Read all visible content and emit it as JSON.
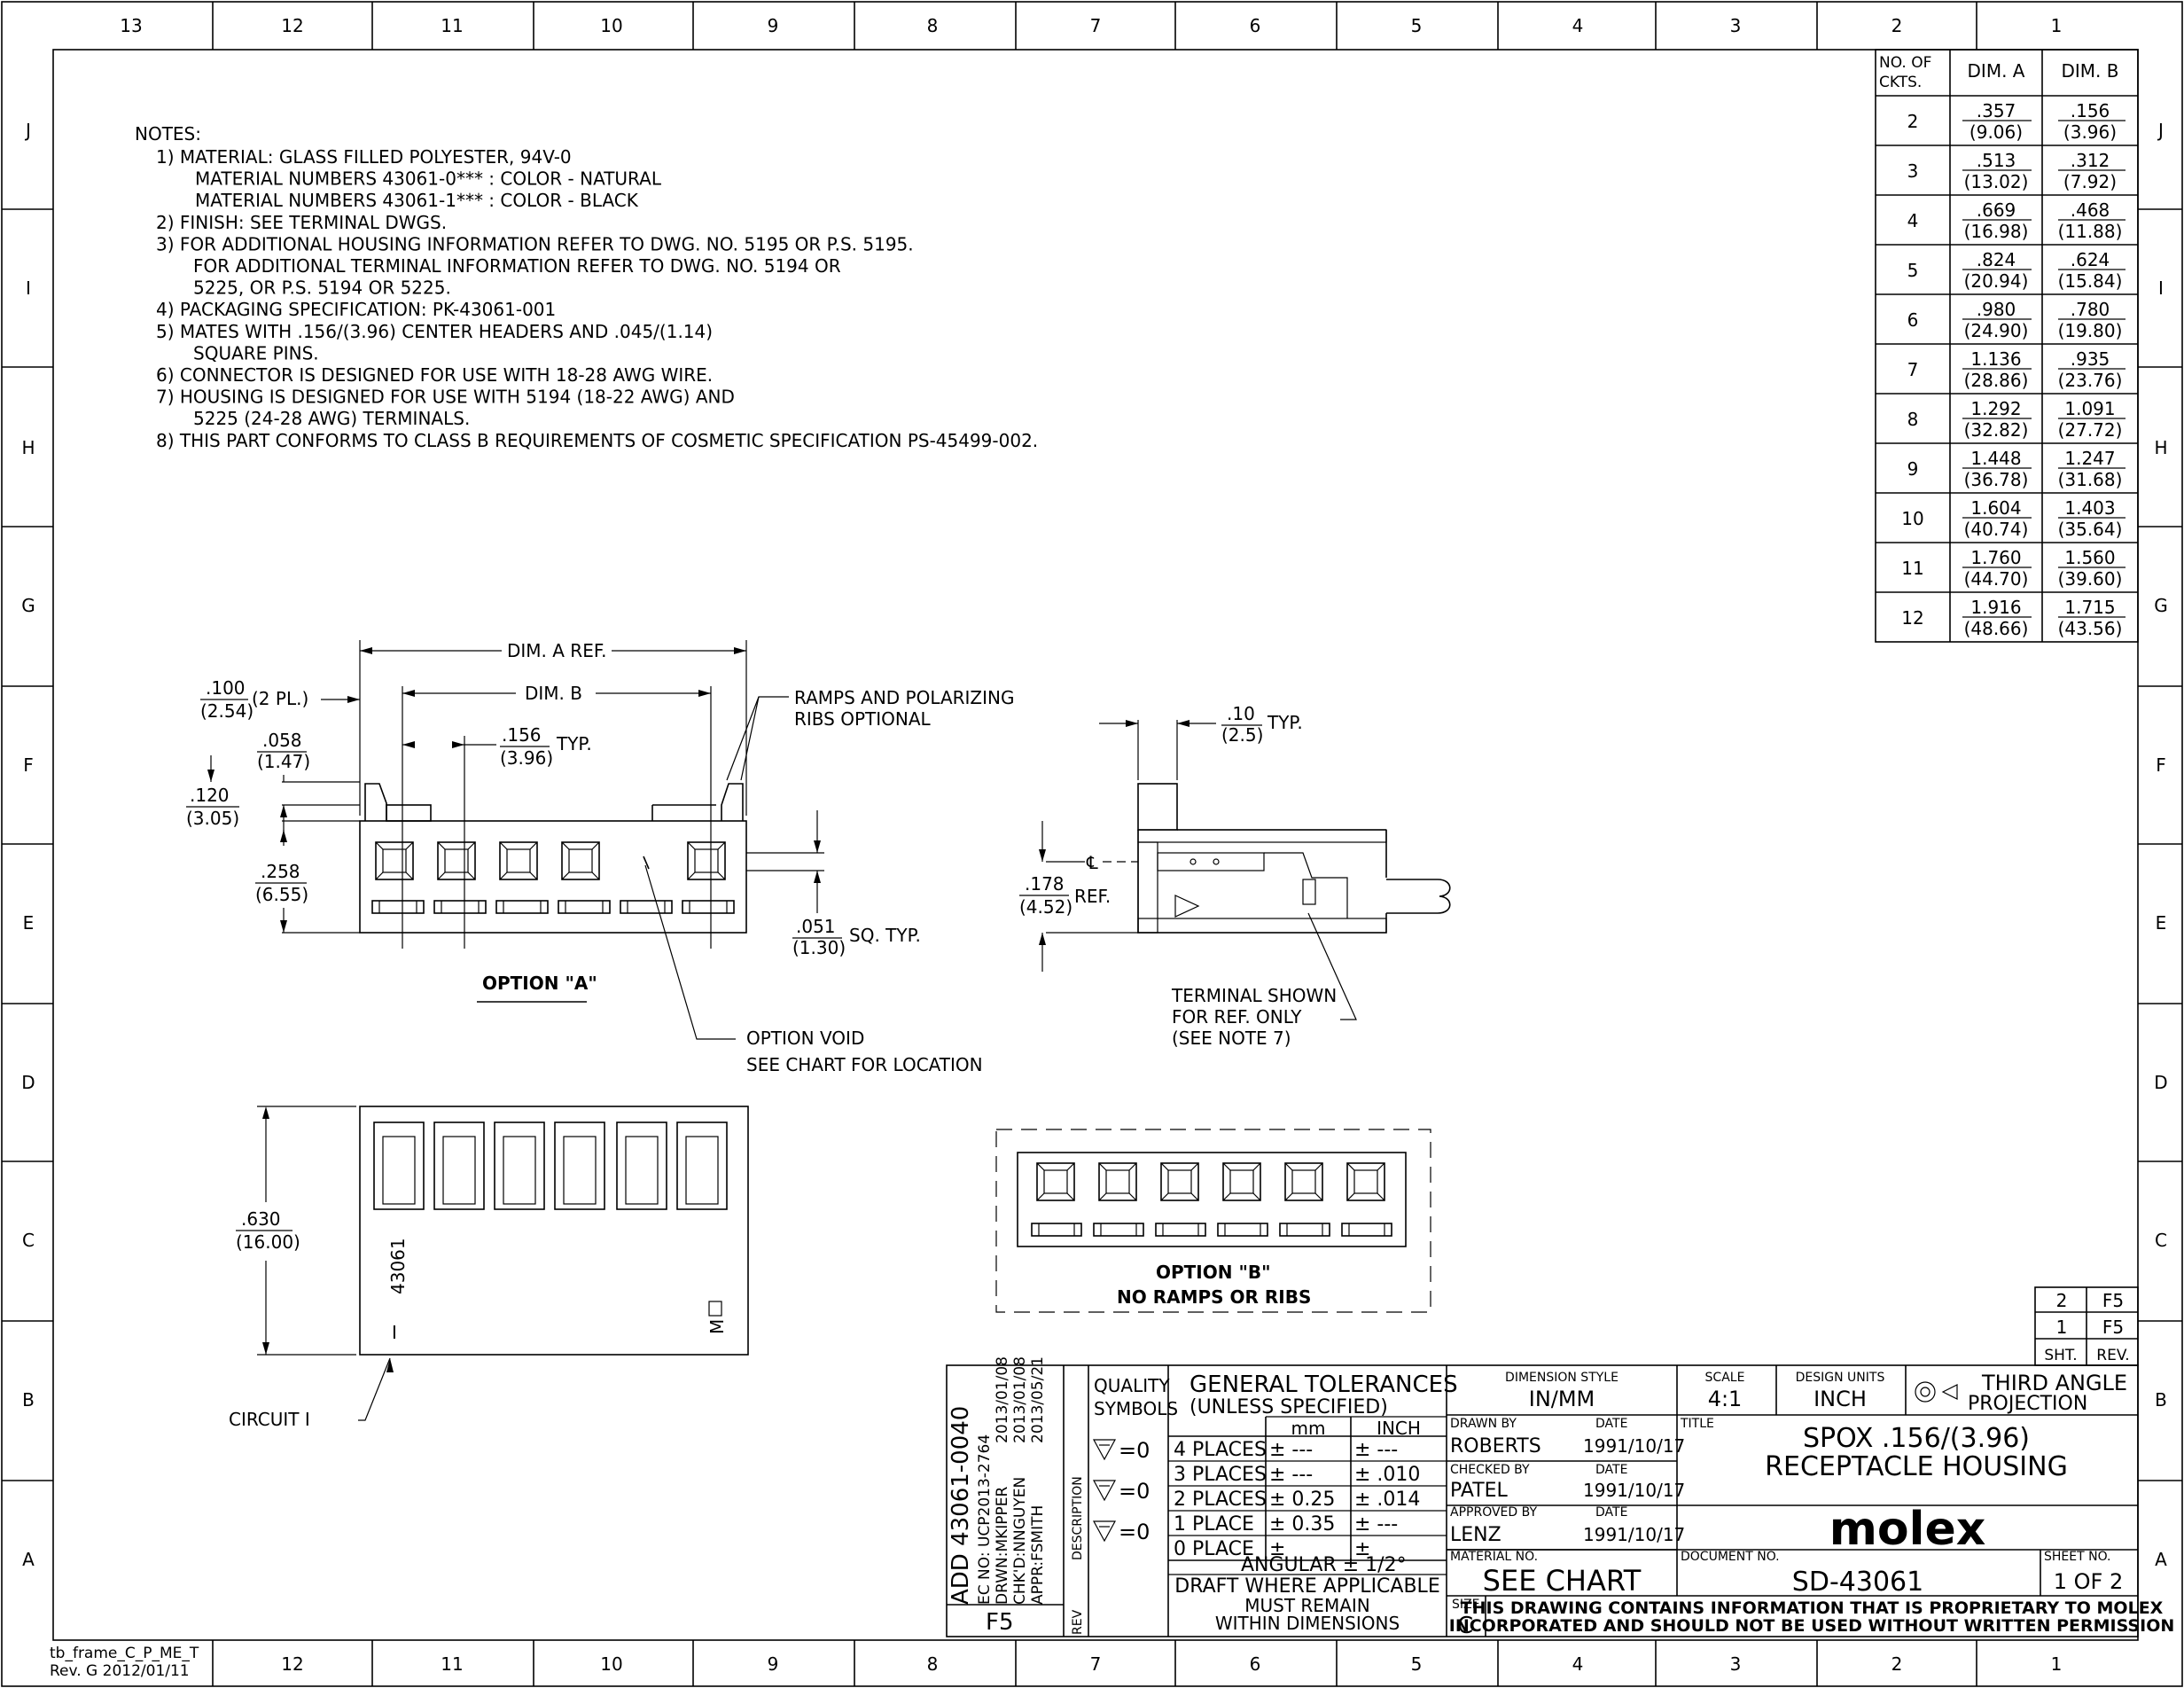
{
  "border": {
    "columns": [
      "13",
      "12",
      "11",
      "10",
      "9",
      "8",
      "7",
      "6",
      "5",
      "4",
      "3",
      "2",
      "1"
    ],
    "rows": [
      "J",
      "I",
      "H",
      "G",
      "F",
      "E",
      "D",
      "C",
      "B",
      "A"
    ]
  },
  "frame_id": [
    "tb_frame_C_P_ME_T",
    "Rev. G 2012/01/11"
  ],
  "notes": {
    "heading": "NOTES:",
    "lines": [
      "1)  MATERIAL: GLASS FILLED POLYESTER, 94V-0",
      "MATERIAL NUMBERS 43061-0*** : COLOR - NATURAL",
      "MATERIAL NUMBERS 43061-1*** : COLOR - BLACK",
      "2)  FINISH: SEE TERMINAL DWGS.",
      "3)  FOR ADDITIONAL HOUSING INFORMATION REFER TO DWG. NO. 5195 OR P.S. 5195.",
      "FOR ADDITIONAL TERMINAL INFORMATION REFER TO DWG. NO. 5194 OR",
      "5225, OR P.S. 5194 OR 5225.",
      "4)  PACKAGING SPECIFICATION: PK-43061-001",
      "5)  MATES WITH .156/(3.96) CENTER HEADERS AND .045/(1.14)",
      "SQUARE PINS.",
      "6)  CONNECTOR IS DESIGNED FOR USE WITH 18-28 AWG WIRE.",
      "7)  HOUSING IS DESIGNED FOR USE WITH 5194 (18-22 AWG) AND",
      "5225 (24-28 AWG) TERMINALS.",
      "8)  THIS PART CONFORMS TO CLASS B REQUIREMENTS OF COSMETIC SPECIFICATION PS-45499-002."
    ]
  },
  "chart_table": {
    "headers": [
      "NO. OF",
      "CKTS.",
      "DIM. A",
      "DIM. B"
    ],
    "rows": [
      [
        "2",
        ".357",
        "(9.06)",
        ".156",
        "(3.96)"
      ],
      [
        "3",
        ".513",
        "(13.02)",
        ".312",
        "(7.92)"
      ],
      [
        "4",
        ".669",
        "(16.98)",
        ".468",
        "(11.88)"
      ],
      [
        "5",
        ".824",
        "(20.94)",
        ".624",
        "(15.84)"
      ],
      [
        "6",
        ".980",
        "(24.90)",
        ".780",
        "(19.80)"
      ],
      [
        "7",
        "1.136",
        "(28.86)",
        ".935",
        "(23.76)"
      ],
      [
        "8",
        "1.292",
        "(32.82)",
        "1.091",
        "(27.72)"
      ],
      [
        "9",
        "1.448",
        "(36.78)",
        "1.247",
        "(31.68)"
      ],
      [
        "10",
        "1.604",
        "(40.74)",
        "1.403",
        "(35.64)"
      ],
      [
        "11",
        "1.760",
        "(44.70)",
        "1.560",
        "(39.60)"
      ],
      [
        "12",
        "1.916",
        "(48.66)",
        "1.715",
        "(43.56)"
      ]
    ]
  },
  "views": {
    "dim_a_ref": "DIM. A REF.",
    "dim_b": "DIM. B",
    "ramps": [
      "RAMPS AND POLARIZING",
      "RIBS OPTIONAL"
    ],
    "d100": [
      ".100",
      "(2.54)",
      "(2 PL.)"
    ],
    "d058": [
      ".058",
      "(1.47)"
    ],
    "d156": [
      ".156",
      "(3.96)",
      "TYP."
    ],
    "d120": [
      ".120",
      "(3.05)"
    ],
    "d258": [
      ".258",
      "(6.55)"
    ],
    "d051": [
      ".051",
      "(1.30)",
      "SQ. TYP."
    ],
    "option_a": "OPTION \"A\"",
    "option_void": [
      "OPTION VOID",
      "SEE CHART FOR LOCATION"
    ],
    "d10": [
      ".10",
      "(2.5)",
      "TYP."
    ],
    "d178": [
      ".178",
      "(4.52)",
      "REF."
    ],
    "terminal": [
      "TERMINAL SHOWN",
      "FOR REF. ONLY",
      "(SEE NOTE 7)"
    ],
    "cl": "℄",
    "d630": [
      ".630",
      "(16.00)"
    ],
    "part_mark": "43061",
    "circuit_mark": "I",
    "circuit": "CIRCUIT  I",
    "mold_mark": "M",
    "option_b": [
      "OPTION \"B\"",
      "NO RAMPS OR RIBS"
    ]
  },
  "rev_table": {
    "rows": [
      [
        "2",
        "F5"
      ],
      [
        "1",
        "F5"
      ]
    ],
    "header": [
      "SHT.",
      "REV."
    ]
  },
  "title_block": {
    "rev_text": [
      "ADD 43061-0040",
      "EC NO: UCP2013-2764",
      "DRWN:MKIPPER",
      "CHK'D:NNGUYEN",
      "APPR:FSMITH"
    ],
    "rev_dates": [
      "2013/01/08",
      "2013/01/08",
      "2013/05/21"
    ],
    "description_label": "DESCRIPTION",
    "rev_label": "REV",
    "rev_letter": "F5",
    "quality": [
      "QUALITY",
      "SYMBOLS"
    ],
    "quality_eq": "=0",
    "tol": {
      "title": [
        "GENERAL TOLERANCES",
        "(UNLESS SPECIFIED)"
      ],
      "col_mm": "mm",
      "col_inch": "INCH",
      "rows": [
        [
          "4 PLACES",
          "± ---",
          "± ---"
        ],
        [
          "3 PLACES",
          "± ---",
          "± .010"
        ],
        [
          "2 PLACES",
          "± 0.25",
          "± .014"
        ],
        [
          "1 PLACE",
          "± 0.35",
          "± ---"
        ],
        [
          "0 PLACE",
          "±",
          "±"
        ]
      ],
      "angular": "ANGULAR ± 1/2°",
      "draft": [
        "DRAFT WHERE APPLICABLE",
        "MUST REMAIN",
        "WITHIN DIMENSIONS"
      ]
    },
    "dim_style_label": "DIMENSION STYLE",
    "dim_style": "IN/MM",
    "scale_label": "SCALE",
    "scale": "4:1",
    "units_label": "DESIGN UNITS",
    "units": "INCH",
    "projection": [
      "THIRD ANGLE",
      "PROJECTION"
    ],
    "drawn_by_label": "DRAWN BY",
    "drawn_by": "ROBERTS",
    "checked_by_label": "CHECKED BY",
    "checked_by": "PATEL",
    "approved_by_label": "APPROVED BY",
    "approved_by": "LENZ",
    "date_label": "DATE",
    "dates": [
      "1991/10/17",
      "1991/10/17",
      "1991/10/17"
    ],
    "title_label": "TITLE",
    "title": [
      "SPOX .156/(3.96)",
      "RECEPTACLE HOUSING"
    ],
    "logo": "molex",
    "material_label": "MATERIAL NO.",
    "material": "SEE CHART",
    "document_label": "DOCUMENT NO.",
    "document": "SD-43061",
    "sheet_label": "SHEET NO.",
    "sheet": "1  OF  2",
    "size_label": "SIZE",
    "size": "C",
    "proprietary": [
      "THIS DRAWING CONTAINS INFORMATION THAT IS PROPRIETARY TO MOLEX",
      "INCORPORATED AND SHOULD NOT BE USED WITHOUT WRITTEN PERMISSION"
    ]
  }
}
